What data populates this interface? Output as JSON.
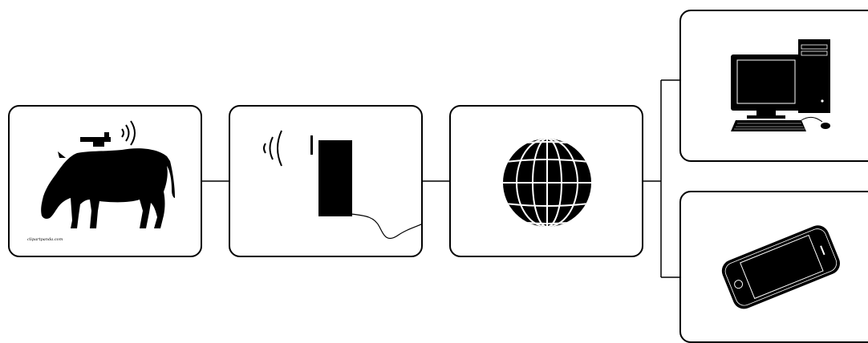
{
  "diagram": {
    "nodes": [
      {
        "id": "cow",
        "icon": "cow-with-transmitter-icon"
      },
      {
        "id": "base-station",
        "icon": "base-station-antenna-icon"
      },
      {
        "id": "internet",
        "icon": "globe-icon"
      },
      {
        "id": "computer",
        "icon": "desktop-computer-icon"
      },
      {
        "id": "phone",
        "icon": "smartphone-icon"
      }
    ],
    "edges": [
      [
        "cow",
        "base-station"
      ],
      [
        "base-station",
        "internet"
      ],
      [
        "internet",
        "computer"
      ],
      [
        "internet",
        "phone"
      ]
    ]
  },
  "cow_credit": "clipartpanda.com",
  "colors": {
    "stroke": "#000000",
    "fill": "#000000",
    "background": "#ffffff"
  }
}
